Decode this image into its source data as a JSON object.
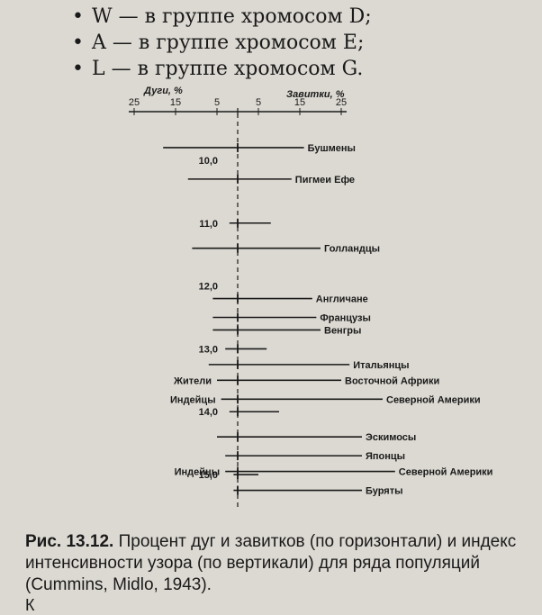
{
  "bullets": [
    {
      "symbol": "•",
      "text": "W — в группе хромосом D;"
    },
    {
      "symbol": "•",
      "text": "A — в группе хромосом E;"
    },
    {
      "symbol": "•",
      "text": "L — в группе хромосом G."
    }
  ],
  "caption": {
    "figure_label": "Рис. 13.12.",
    "text": "Процент дуг и завитков (по горизонтали) и индекс интенсивности узора (по вертикали) для ряда популяций (Cummins, Midlo, 1943)."
  },
  "cut_line": "К",
  "chart_data": {
    "type": "dot-range",
    "left_axis_label": "Дуги, %",
    "right_axis_label": "Завитки, %",
    "left_ticks": [
      25,
      15,
      5
    ],
    "right_ticks": [
      5,
      15,
      25
    ],
    "left_ticks_label": [
      "25",
      "15",
      "5"
    ],
    "right_ticks_label": [
      "5",
      "15",
      "25"
    ],
    "y_ticks": [
      {
        "value": 10.0,
        "label": "10,0"
      },
      {
        "value": 11.0,
        "label": "11,0"
      },
      {
        "value": 12.0,
        "label": "12,0"
      },
      {
        "value": 13.0,
        "label": "13,0"
      },
      {
        "value": 14.0,
        "label": "14,0"
      },
      {
        "value": 15.0,
        "label": "15,0"
      }
    ],
    "ylim": [
      9.6,
      15.4
    ],
    "populations": [
      {
        "label_right": "Бушмены",
        "label_left": "",
        "index": 9.8,
        "arches": 18,
        "whorls": 16
      },
      {
        "label_right": "Пигмеи Ефе",
        "label_left": "",
        "index": 10.3,
        "arches": 12,
        "whorls": 13
      },
      {
        "label_right": "",
        "label_left": "",
        "index": 11.0,
        "arches": 2,
        "whorls": 8
      },
      {
        "label_right": "Голландцы",
        "label_left": "",
        "index": 11.4,
        "arches": 11,
        "whorls": 20
      },
      {
        "label_right": "Англичане",
        "label_left": "",
        "index": 12.2,
        "arches": 6,
        "whorls": 18
      },
      {
        "label_right": "Французы",
        "label_left": "",
        "index": 12.5,
        "arches": 6,
        "whorls": 19
      },
      {
        "label_right": "Венгры",
        "label_left": "",
        "index": 12.7,
        "arches": 6,
        "whorls": 20
      },
      {
        "label_right": "",
        "label_left": "",
        "index": 13.0,
        "arches": 3,
        "whorls": 7
      },
      {
        "label_right": "Итальянцы",
        "label_left": "",
        "index": 13.25,
        "arches": 7,
        "whorls": 27
      },
      {
        "label_right": "Восточной Африки",
        "label_left": "Жители",
        "index": 13.5,
        "arches": 5,
        "whorls": 25
      },
      {
        "label_right": "Северной Америки",
        "label_left": "Индейцы",
        "index": 13.8,
        "arches": 4,
        "whorls": 35
      },
      {
        "label_right": "",
        "label_left": "",
        "index": 14.0,
        "arches": 2,
        "whorls": 10
      },
      {
        "label_right": "Эскимосы",
        "label_left": "",
        "index": 14.4,
        "arches": 5,
        "whorls": 30
      },
      {
        "label_right": "Японцы",
        "label_left": "",
        "index": 14.7,
        "arches": 3,
        "whorls": 30
      },
      {
        "label_right": "Северной Америки",
        "label_left": "Индейцы",
        "index": 14.95,
        "arches": 3,
        "whorls": 38
      },
      {
        "label_right": "",
        "label_left": "",
        "index": 15.0,
        "arches": 1,
        "whorls": 5
      },
      {
        "label_right": "Буряты",
        "label_left": "",
        "index": 15.25,
        "arches": 1,
        "whorls": 30
      }
    ]
  }
}
